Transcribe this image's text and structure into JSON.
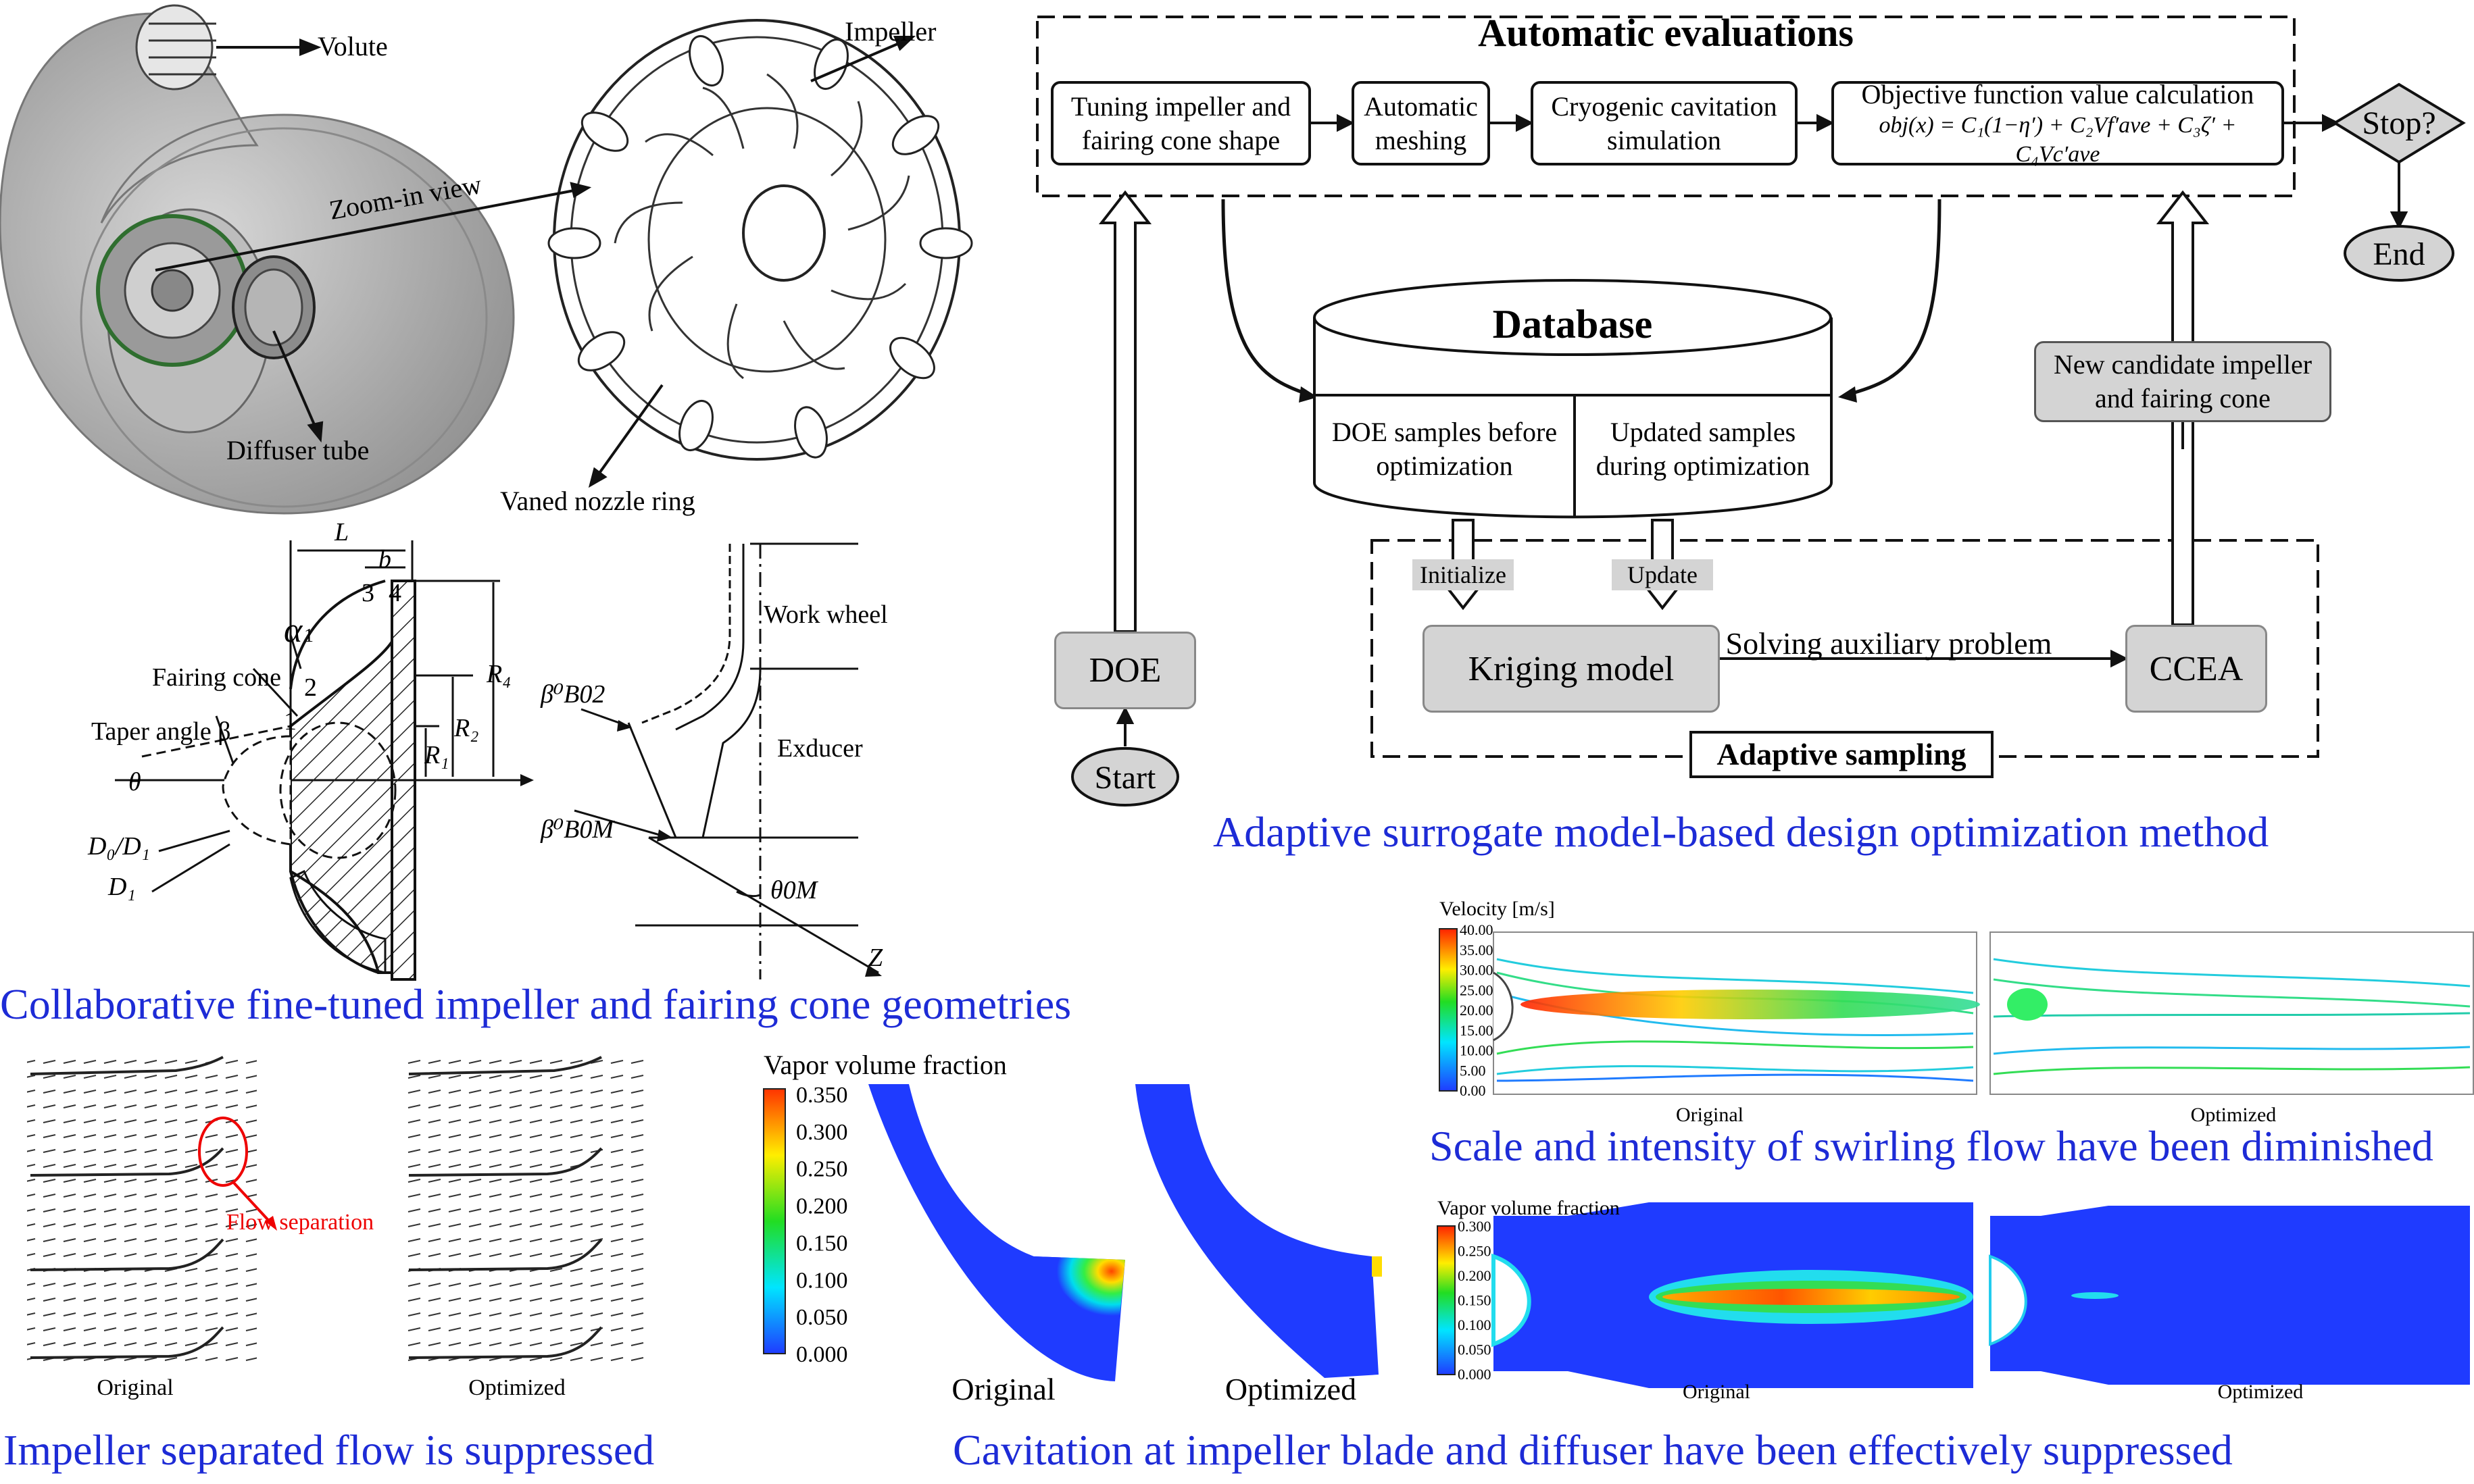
{
  "captions": {
    "geometry": "Collaborative fine-tuned impeller and fairing cone geometries",
    "method": "Adaptive surrogate model-based design optimization method",
    "separation": "Impeller separated flow is suppressed",
    "cavitation": "Cavitation at impeller blade and diffuser have been effectively suppressed",
    "swirl": "Scale and intensity of swirling flow have been diminished"
  },
  "turbine": {
    "volute": "Volute",
    "impeller": "Impeller",
    "zoom": "Zoom-in view",
    "diffuser": "Diffuser tube",
    "nozzle": "Vaned nozzle ring"
  },
  "geometry_labels": {
    "L": "L",
    "b": "b",
    "n3": "3",
    "n4": "4",
    "n2": "2",
    "n1": "1",
    "alpha": "α",
    "alpha_sub": "1",
    "fairing": "Fairing cone",
    "taper": "Taper angle β",
    "theta": "θ",
    "d0d1": "D₀/D₁",
    "d1": "D₁",
    "r4": "R₄",
    "r2": "R₂",
    "r1": "R₁",
    "work_wheel": "Work wheel",
    "exducer": "Exducer",
    "beta02": "β⁰B02",
    "beta0m": "β⁰B0M",
    "theta0m": "θ0M",
    "z": "Z"
  },
  "flowchart": {
    "auto_title": "Automatic evaluations",
    "box1": "Tuning impeller and fairing cone shape",
    "box2": "Automatic meshing",
    "box3": "Cryogenic cavitation simulation",
    "box4_title": "Objective function value calculation",
    "box4_formula": "obj(x) = C₁(1−η′) + C₂Vf′ave + C₃ζ′ + C₄Vc′ave",
    "stop": "Stop?",
    "end": "End",
    "database": "Database",
    "doe_samples": "DOE samples before optimization",
    "updated_samples": "Updated samples during optimization",
    "new_candidate": "New candidate impeller and fairing cone",
    "initialize": "Initialize",
    "update": "Update",
    "kriging": "Kriging model",
    "solving": "Solving auxiliary problem",
    "ccea": "CCEA",
    "adaptive": "Adaptive sampling",
    "doe": "DOE",
    "start": "Start"
  },
  "flow_separation": {
    "label": "Flow separation",
    "original": "Original",
    "optimized": "Optimized"
  },
  "vapor_blade": {
    "title": "Vapor volume fraction",
    "ticks": [
      "0.350",
      "0.300",
      "0.250",
      "0.200",
      "0.150",
      "0.100",
      "0.050",
      "0.000"
    ],
    "original": "Original",
    "optimized": "Optimized"
  },
  "velocity": {
    "title": "Velocity [m/s]",
    "ticks": [
      "40.00",
      "35.00",
      "30.00",
      "25.00",
      "20.00",
      "15.00",
      "10.00",
      "5.00",
      "0.00"
    ],
    "original": "Original",
    "optimized": "Optimized"
  },
  "vapor_diffuser": {
    "title": "Vapor volume fraction",
    "ticks": [
      "0.300",
      "0.250",
      "0.200",
      "0.150",
      "0.100",
      "0.050",
      "0.000"
    ],
    "original": "Original",
    "optimized": "Optimized"
  },
  "colors": {
    "caption": "#1d2bd6",
    "cfd_blue": "#1f3bff",
    "grey_box": "#d4d4d4"
  }
}
